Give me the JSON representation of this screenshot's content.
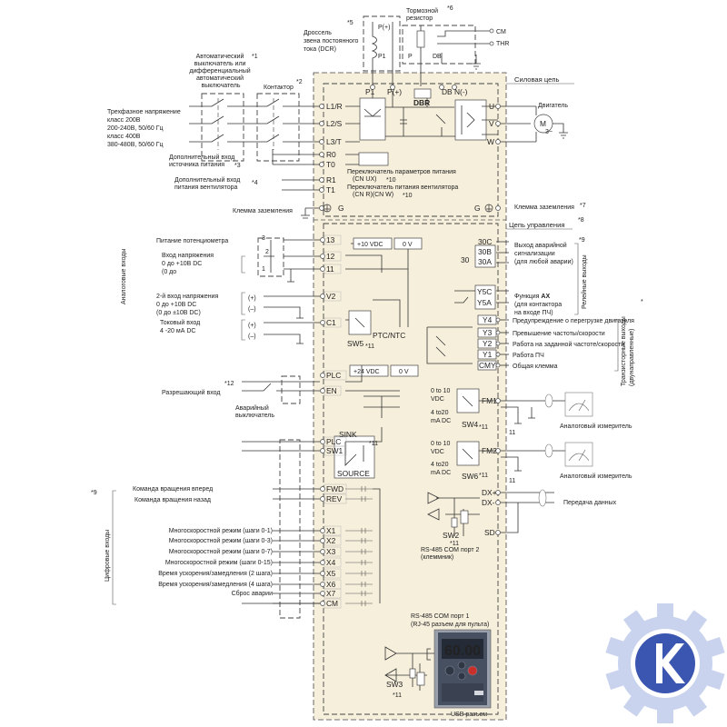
{
  "colors": {
    "panel_fill": "#f6efdc",
    "logo_gear": "#c9d3ee",
    "logo_core": "#3b56b0",
    "keypad": "#475061",
    "keypad_screen": "#242a36",
    "keypad_digits": "#e8332e"
  },
  "top": {
    "dcr_mark": "*5",
    "dcr_label": [
      "Дроссель",
      "звена постоянного",
      "тока (DCR)"
    ],
    "p_plus": "P(+)",
    "p1": "P1",
    "p": "P",
    "db": "DB",
    "brake_mark": "*6",
    "brake_label": [
      "Тормозной",
      "резистор"
    ],
    "cm": "CM",
    "thr": "THR",
    "breaker_mark": "*1",
    "breaker_label": [
      "Автоматический",
      "выключатель или",
      "дифференциальный",
      "автоматический",
      "выключатель"
    ],
    "contactor_mark": "*2",
    "contactor_label": "Контактор",
    "supply_label": [
      "Трехфазное напряжение",
      "класс 200В",
      "200-240В, 50/60 Гц",
      "класс 400В",
      "380-480В, 50/60 Гц"
    ]
  },
  "power": {
    "section": "Силовая цепь",
    "terminals": [
      "P1",
      "P(+)",
      "DB",
      "N(-)",
      "DBR"
    ],
    "inputs": [
      "L1/R",
      "L2/S",
      "L3/T",
      "R0",
      "T0",
      "R1",
      "T1",
      "G"
    ],
    "outputs": [
      "U",
      "V",
      "W",
      "G"
    ],
    "motor_label": "Двигатель",
    "motor_symbol": "M",
    "motor_sub": "3~",
    "aux_supply_label": [
      "Дополнительный вход",
      "источника питания"
    ],
    "aux_supply_mark": "*3",
    "aux_fan_label": [
      "Дополнительный вход",
      "питания вентилятора"
    ],
    "aux_fan_mark": "*4",
    "ground_label": "Клемма заземления",
    "ground_label_right": "Клемма заземления",
    "ground_mark_right": "*7",
    "switch_cnux": [
      "Переключатель параметров питания",
      "(CN UX)"
    ],
    "switch_cnux_mark": "*10",
    "switch_fan": [
      "Переключатель питания вентилятора",
      "(CN R)(CN W)"
    ],
    "switch_fan_mark": "*10"
  },
  "control": {
    "section": "Цепь управления",
    "section_mark": "*8",
    "supply_10v": "+10 VDC",
    "supply_0v": "0 V",
    "supply_24v": "+24 VDC",
    "supply_0v2": "0 V",
    "analog_group": "Аналоговые входы",
    "pot_label": "Питание потенциометра",
    "pot_nums": [
      "3",
      "2",
      "1"
    ],
    "v_in_label": [
      "Вход напряжения",
      "0 до +10В DC",
      "(0 до"
    ],
    "terms_left": [
      "13",
      "12",
      "11",
      "V2",
      "C1",
      "PLC",
      "EN",
      "PLC",
      "SW1",
      "FWD",
      "REV",
      "X1",
      "X2",
      "X3",
      "X4",
      "X5",
      "X6",
      "X7",
      "CM"
    ],
    "v2_label": [
      "2-й вход напряжения",
      "0 до +10В DC",
      "(0 до ±10В DC)"
    ],
    "plus": "(+)",
    "minus": "(–)",
    "c1_label": [
      "Токовый вход",
      "4 -20 мА DC"
    ],
    "sw5": "SW5",
    "sw5_mark": "*11",
    "ptc": "PTC/NTC",
    "enable_label": "Разрешающий вход",
    "enable_mark": "*12",
    "estop_label": [
      "Аварийный",
      "выключатель"
    ],
    "sink": "SINK",
    "source": "SOURCE",
    "sw1_mark": "*11",
    "digital_group": "Цифровые входы",
    "digital_mark": "*9",
    "fwd_label": "Команда вращения вперед",
    "rev_label": "Команда вращения назад",
    "x_labels": [
      "Многоскоростной режим (шаги 0-1)",
      "Многоскоростной режим (шаги 0-3)",
      "Многоскоростной режим (шаги 0-7)",
      "Многоскоростной режим (шаги 0-15)",
      "Время ускорения/замедления (2 шага)",
      "Время ускорения/замедления (4 шага)",
      "Сброс аварии"
    ]
  },
  "right": {
    "relay_mark": "*9",
    "relay_group": "Релейные выходы",
    "r30": "30",
    "r30c": "30C",
    "r30b": "30B",
    "r30a": "30A",
    "alarm_label": [
      "Выход аварийной",
      "сигнализации",
      "(для любой аварии)"
    ],
    "y5c": "Y5C",
    "y5a": "Y5A",
    "ax_label_pre": "Функция ",
    "ax_label_bold": "AX",
    "ax_label": [
      "(для контактора",
      "на входе ПЧ)"
    ],
    "tr_group": [
      "Транзисторные выходы",
      "(двунаправленные)"
    ],
    "tr_mark": "*",
    "y_terms": [
      "Y4",
      "Y3",
      "Y2",
      "Y1",
      "CMY"
    ],
    "y_labels": [
      "Предупреждение о перегрузке двигателя",
      "Превышение частоты/скорости",
      "Работа на заданной частоте/скорости",
      "Работа ПЧ",
      "Общая клемма"
    ],
    "fm1": "FM1",
    "fm2": "FM2",
    "sw4": "SW4",
    "sw4_mark": "*11",
    "sw6": "SW6",
    "sw6_mark": "*11",
    "fm_v": [
      "0 to 10",
      "VDC"
    ],
    "fm_i": [
      "4 to20",
      "mA DC"
    ],
    "meter_label": "Аналоговый измеритель",
    "meter_label2": "Аналоговый измеритель",
    "eleven": "11",
    "dx_plus": "DX+",
    "dx_minus": "DX-",
    "sd": "SD",
    "data_label": "Передача данных",
    "sw2": "SW2",
    "sw2_mark": "*11",
    "rs485_2": [
      "RS-485 COM порт 2",
      "(клеммник)"
    ],
    "rs485_1": [
      "RS-485 COM порт 1",
      "(RJ-45 разъем для пульта)"
    ],
    "sw3": "SW3",
    "sw3_mark": "*11",
    "usb_label": "USB разъем",
    "keypad_display": "60.00"
  },
  "logo": {
    "letter": "K"
  }
}
